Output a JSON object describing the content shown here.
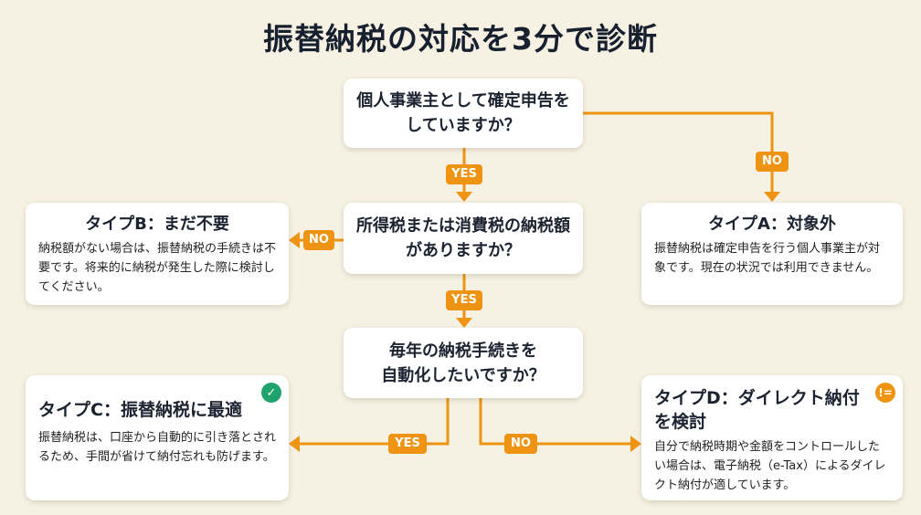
{
  "title": "振替納税の対応を3分で診断",
  "colors": {
    "background": "#f6f1e3",
    "connector": "#ee9412",
    "check_icon": "#1fa36c",
    "info_icon": "#ee9412",
    "text": "#17202e"
  },
  "questions": [
    {
      "id": "q1",
      "text_line1": "個人事業主として確定申告を",
      "text_line2": "していますか？"
    },
    {
      "id": "q2",
      "text_line1": "所得税または消費税の納税額",
      "text_line2": "がありますか？"
    },
    {
      "id": "q3",
      "text_line1": "毎年の納税手続きを",
      "text_line2": "自動化したいですか？"
    }
  ],
  "results": {
    "type_a": {
      "title": "タイプA：対象外",
      "body": "振替納税は確定申告を行う個人事業主が対象です。現在の状況では利用できません。"
    },
    "type_b": {
      "title": "タイプB：まだ不要",
      "body": "納税額がない場合は、振替納税の手続きは不要です。将来的に納税が発生した際に検討してください。"
    },
    "type_c": {
      "title": "タイプC：振替納税に最適",
      "body": "振替納税は、口座から自動的に引き落とされるため、手間が省けて納付忘れも防げます。",
      "icon": "check-circle-icon"
    },
    "type_d": {
      "title": "タイプD：ダイレクト納付を検討",
      "body": "自分で納税時期や金額をコントロールしたい場合は、電子納税（e-Tax）によるダイレクト納付が適しています。",
      "icon": "info-list-icon"
    }
  },
  "edges": {
    "q1_yes": "YES",
    "q1_no": "NO",
    "q2_yes": "YES",
    "q2_no": "NO",
    "q3_yes": "YES",
    "q3_no": "NO"
  }
}
